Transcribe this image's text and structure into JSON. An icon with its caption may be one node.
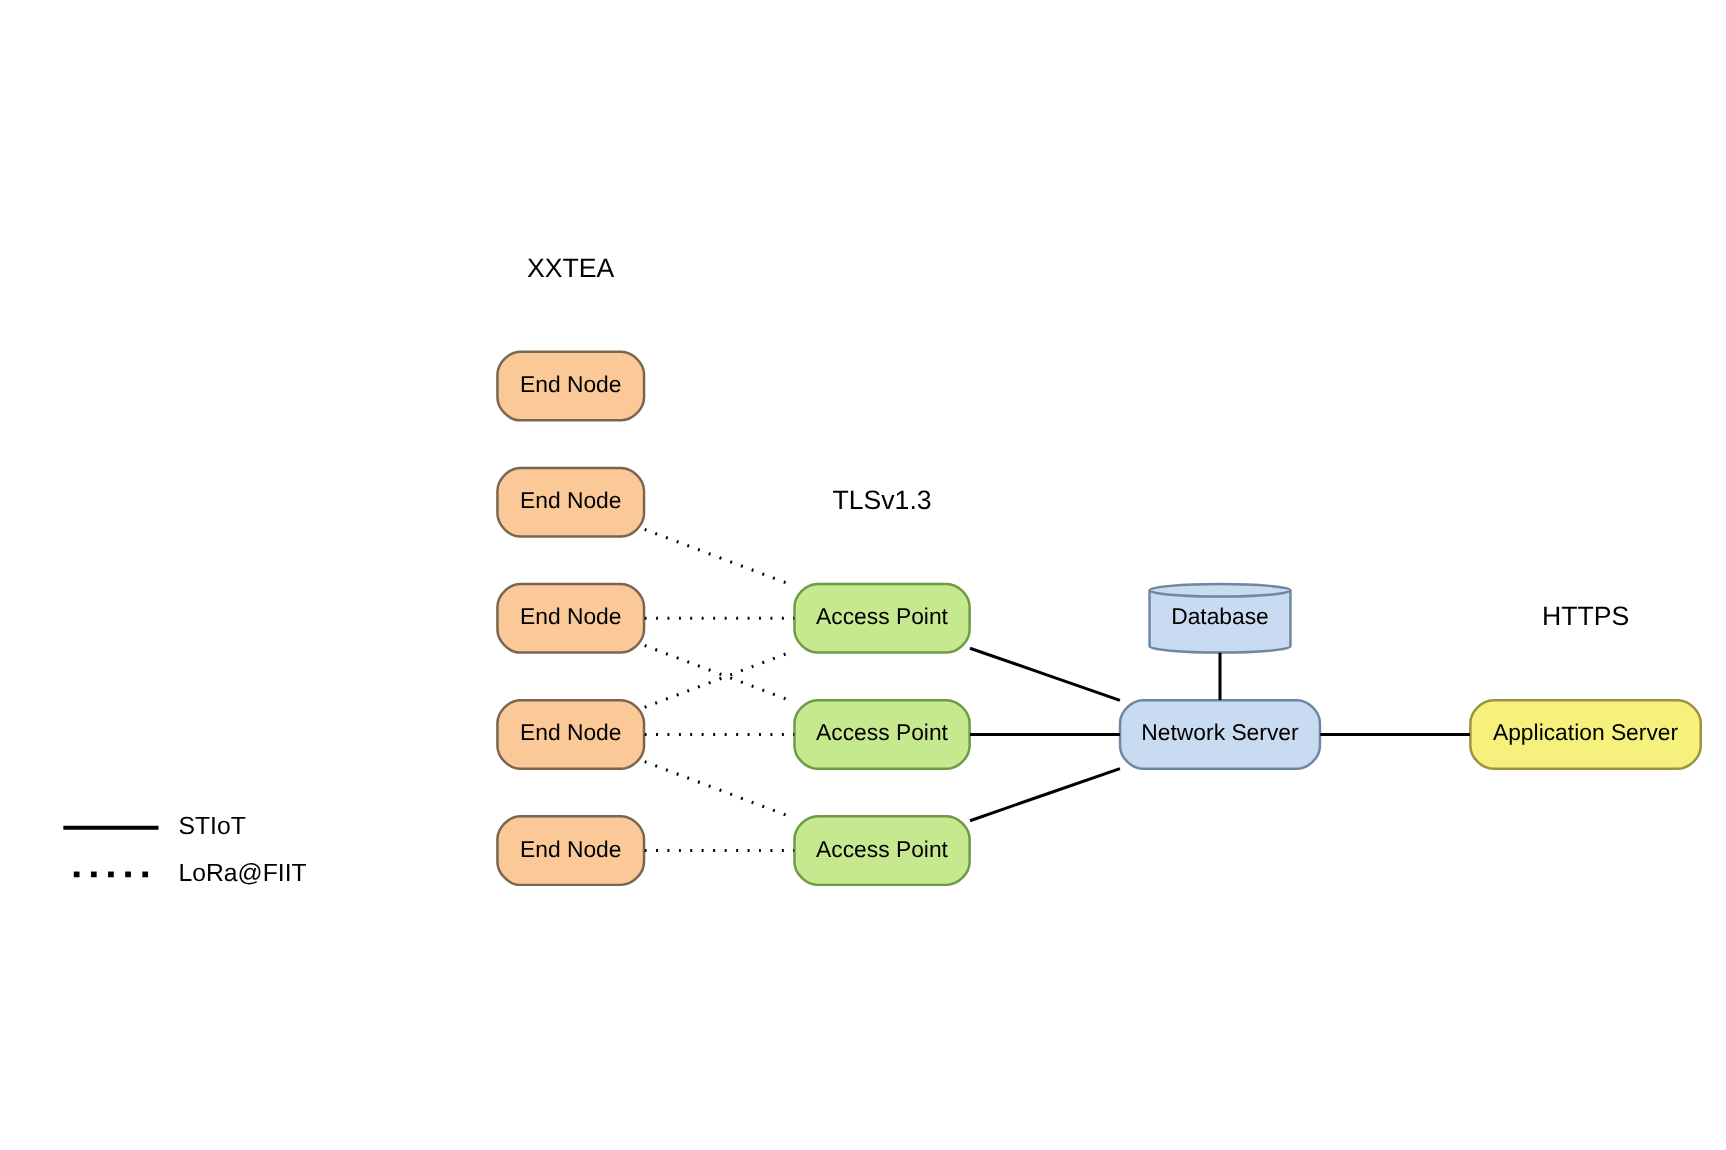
{
  "diagram": {
    "nodes": [
      {
        "text": [
          "End Node"
        ]
      },
      {
        "text": [
          "Access Point"
        ]
      },
      {
        "text": [
          "Database"
        ]
      },
      {
        "text": [
          "End Node"
        ]
      },
      {
        "text": [
          "Access Point"
        ]
      },
      {
        "text": [
          "Network Server"
        ]
      },
      {
        "text": [
          "Application Server"
        ]
      },
      {
        "text": [
          "End Node"
        ]
      },
      {
        "text": [
          "End Node"
        ]
      },
      {
        "text": [
          "Access Point"
        ]
      },
      {
        "text": [
          "End Node"
        ]
      }
    ],
    "edges": [
      {
        "from": 0,
        "to": 1,
        "arrow": "none",
        "style": "dashed"
      },
      {
        "from": 3,
        "to": 1,
        "arrow": "none",
        "style": "dashed"
      },
      {
        "from": 3,
        "to": 4,
        "arrow": "none",
        "style": "dashed"
      },
      {
        "from": 7,
        "to": 1,
        "arrow": "none",
        "style": "dashed"
      },
      {
        "from": 7,
        "to": 4,
        "arrow": "none",
        "style": "dashed"
      },
      {
        "from": 7,
        "to": 9,
        "arrow": "none",
        "style": "dashed"
      },
      {
        "from": 10,
        "to": 9,
        "arrow": "none",
        "style": "dashed"
      },
      {
        "from": 1,
        "to": 5,
        "arrow": "none"
      },
      {
        "from": 4,
        "to": 5,
        "arrow": "none"
      },
      {
        "from": 9,
        "to": 5,
        "arrow": "none"
      },
      {
        "from": 2,
        "to": 5,
        "arrow": "none"
      },
      {
        "from": 5,
        "to": 6,
        "arrow": "none"
      }
    ],
    "labels": [
      "XXTEA",
      "TLSv1.3",
      "HTTPS"
    ],
    "legend": [
      {
        "text": "STIoT"
      },
      {
        "text": "LoRa@FIIT"
      }
    ]
  }
}
